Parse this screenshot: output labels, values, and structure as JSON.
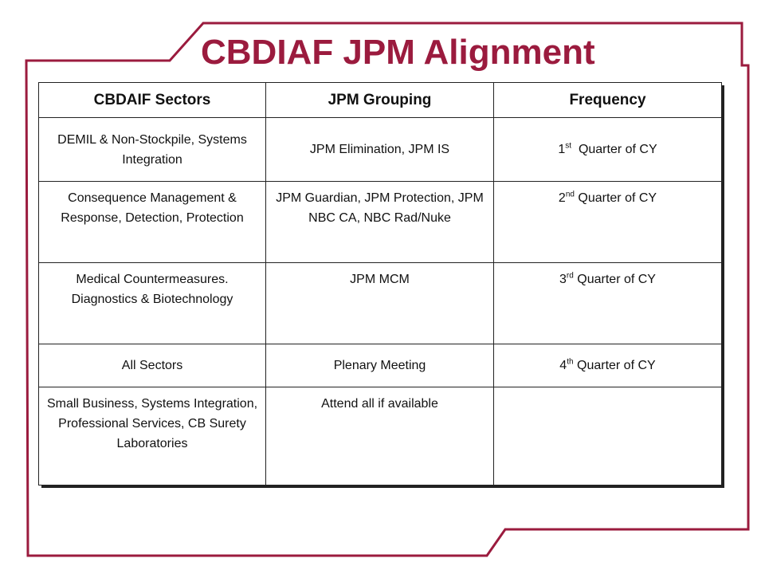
{
  "title": "CBDIAF JPM Alignment",
  "colors": {
    "accent": "#9b1b3e",
    "frame": "#9b1b3e",
    "text": "#111111"
  },
  "table": {
    "headers": [
      "CBDAIF Sectors",
      "JPM Grouping",
      "Frequency"
    ],
    "rows": [
      {
        "sectors": "DEMIL & Non-Stockpile, Systems Integration",
        "grouping": "JPM Elimination, JPM IS",
        "freq_num": "1",
        "freq_sup": "st",
        "freq_text": "  Quarter of CY"
      },
      {
        "sectors": "Consequence Management & Response, Detection, Protection",
        "grouping": "JPM Guardian, JPM Protection, JPM NBC CA, NBC Rad/Nuke",
        "freq_num": "2",
        "freq_sup": "nd",
        "freq_text": " Quarter of CY"
      },
      {
        "sectors": "Medical Countermeasures. Diagnostics & Biotechnology",
        "grouping": "JPM MCM",
        "freq_num": "3",
        "freq_sup": "rd",
        "freq_text": " Quarter of CY"
      },
      {
        "sectors": "All Sectors",
        "grouping": "Plenary Meeting",
        "freq_num": "4",
        "freq_sup": "th",
        "freq_text": " Quarter of CY"
      },
      {
        "sectors": "Small Business, Systems Integration, Professional Services, CB Surety Laboratories",
        "grouping": "Attend all if available",
        "freq_num": "",
        "freq_sup": "",
        "freq_text": ""
      }
    ]
  }
}
